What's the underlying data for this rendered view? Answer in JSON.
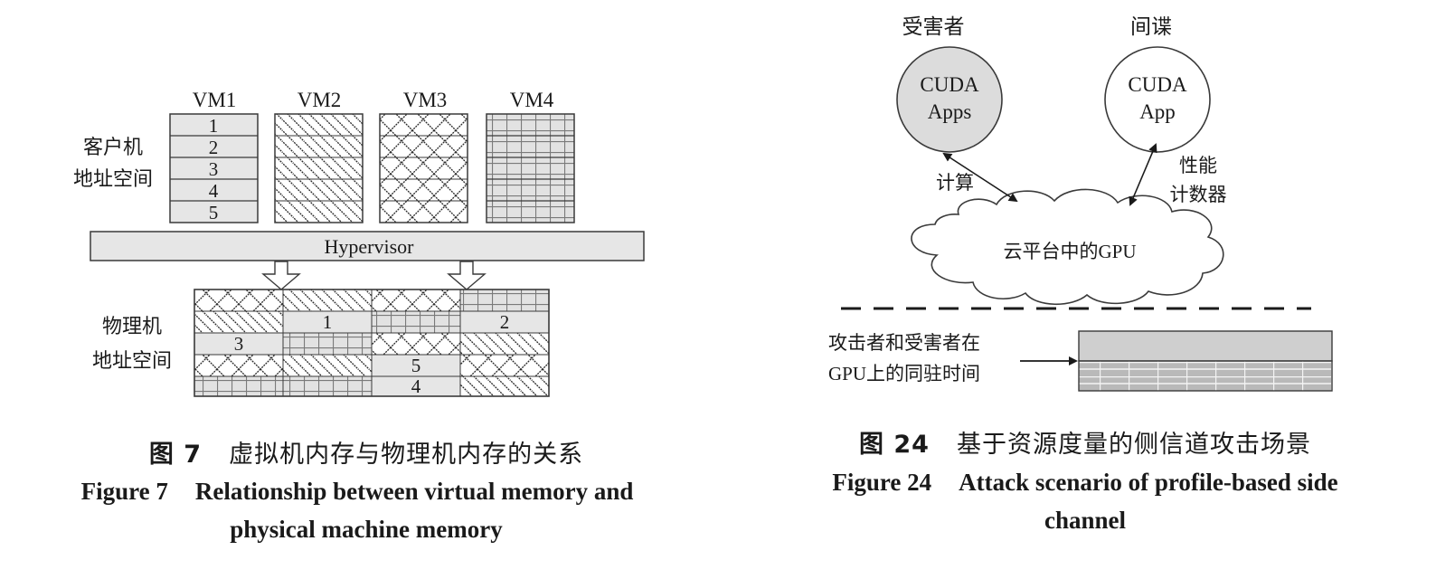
{
  "figure7": {
    "vm_labels": [
      "VM1",
      "VM2",
      "VM3",
      "VM4"
    ],
    "vm1_rows": [
      "1",
      "2",
      "3",
      "4",
      "5"
    ],
    "guest_label_line1": "客户机",
    "guest_label_line2": "地址空间",
    "hypervisor_label": "Hypervisor",
    "physical_label_line1": "物理机",
    "physical_label_line2": "地址空间",
    "physical_cells": {
      "c1": "1",
      "c2": "2",
      "c3": "3",
      "c4": "5",
      "c5": "4"
    },
    "caption_zh_num": "图 7",
    "caption_zh_text": "虚拟机内存与物理机内存的关系",
    "caption_en_num": "Figure 7",
    "caption_en_line1": "Relationship between virtual memory and",
    "caption_en_line2": "physical machine memory"
  },
  "figure24": {
    "victim_label": "受害者",
    "spy_label": "间谍",
    "victim_node_line1": "CUDA",
    "victim_node_line2": "Apps",
    "spy_node_line1": "CUDA",
    "spy_node_line2": "App",
    "compute_label": "计算",
    "perf_label_line1": "性能",
    "perf_label_line2": "计数器",
    "cloud_label": "云平台中的GPU",
    "coresidency_line1": "攻击者和受害者在",
    "coresidency_line2": "GPU上的同驻时间",
    "caption_zh_num": "图 24",
    "caption_zh_text": "基于资源度量的侧信道攻击场景",
    "caption_en_num": "Figure 24",
    "caption_en_line1": "Attack scenario of profile-based side",
    "caption_en_line2": "channel"
  },
  "colors": {
    "stroke": "#3a3a3a",
    "block_fill": "#e6e6e6",
    "circle_fill_victim": "#dcdcdc",
    "circle_fill_spy": "#ffffff",
    "bar_fill": "#cfcfcf"
  }
}
